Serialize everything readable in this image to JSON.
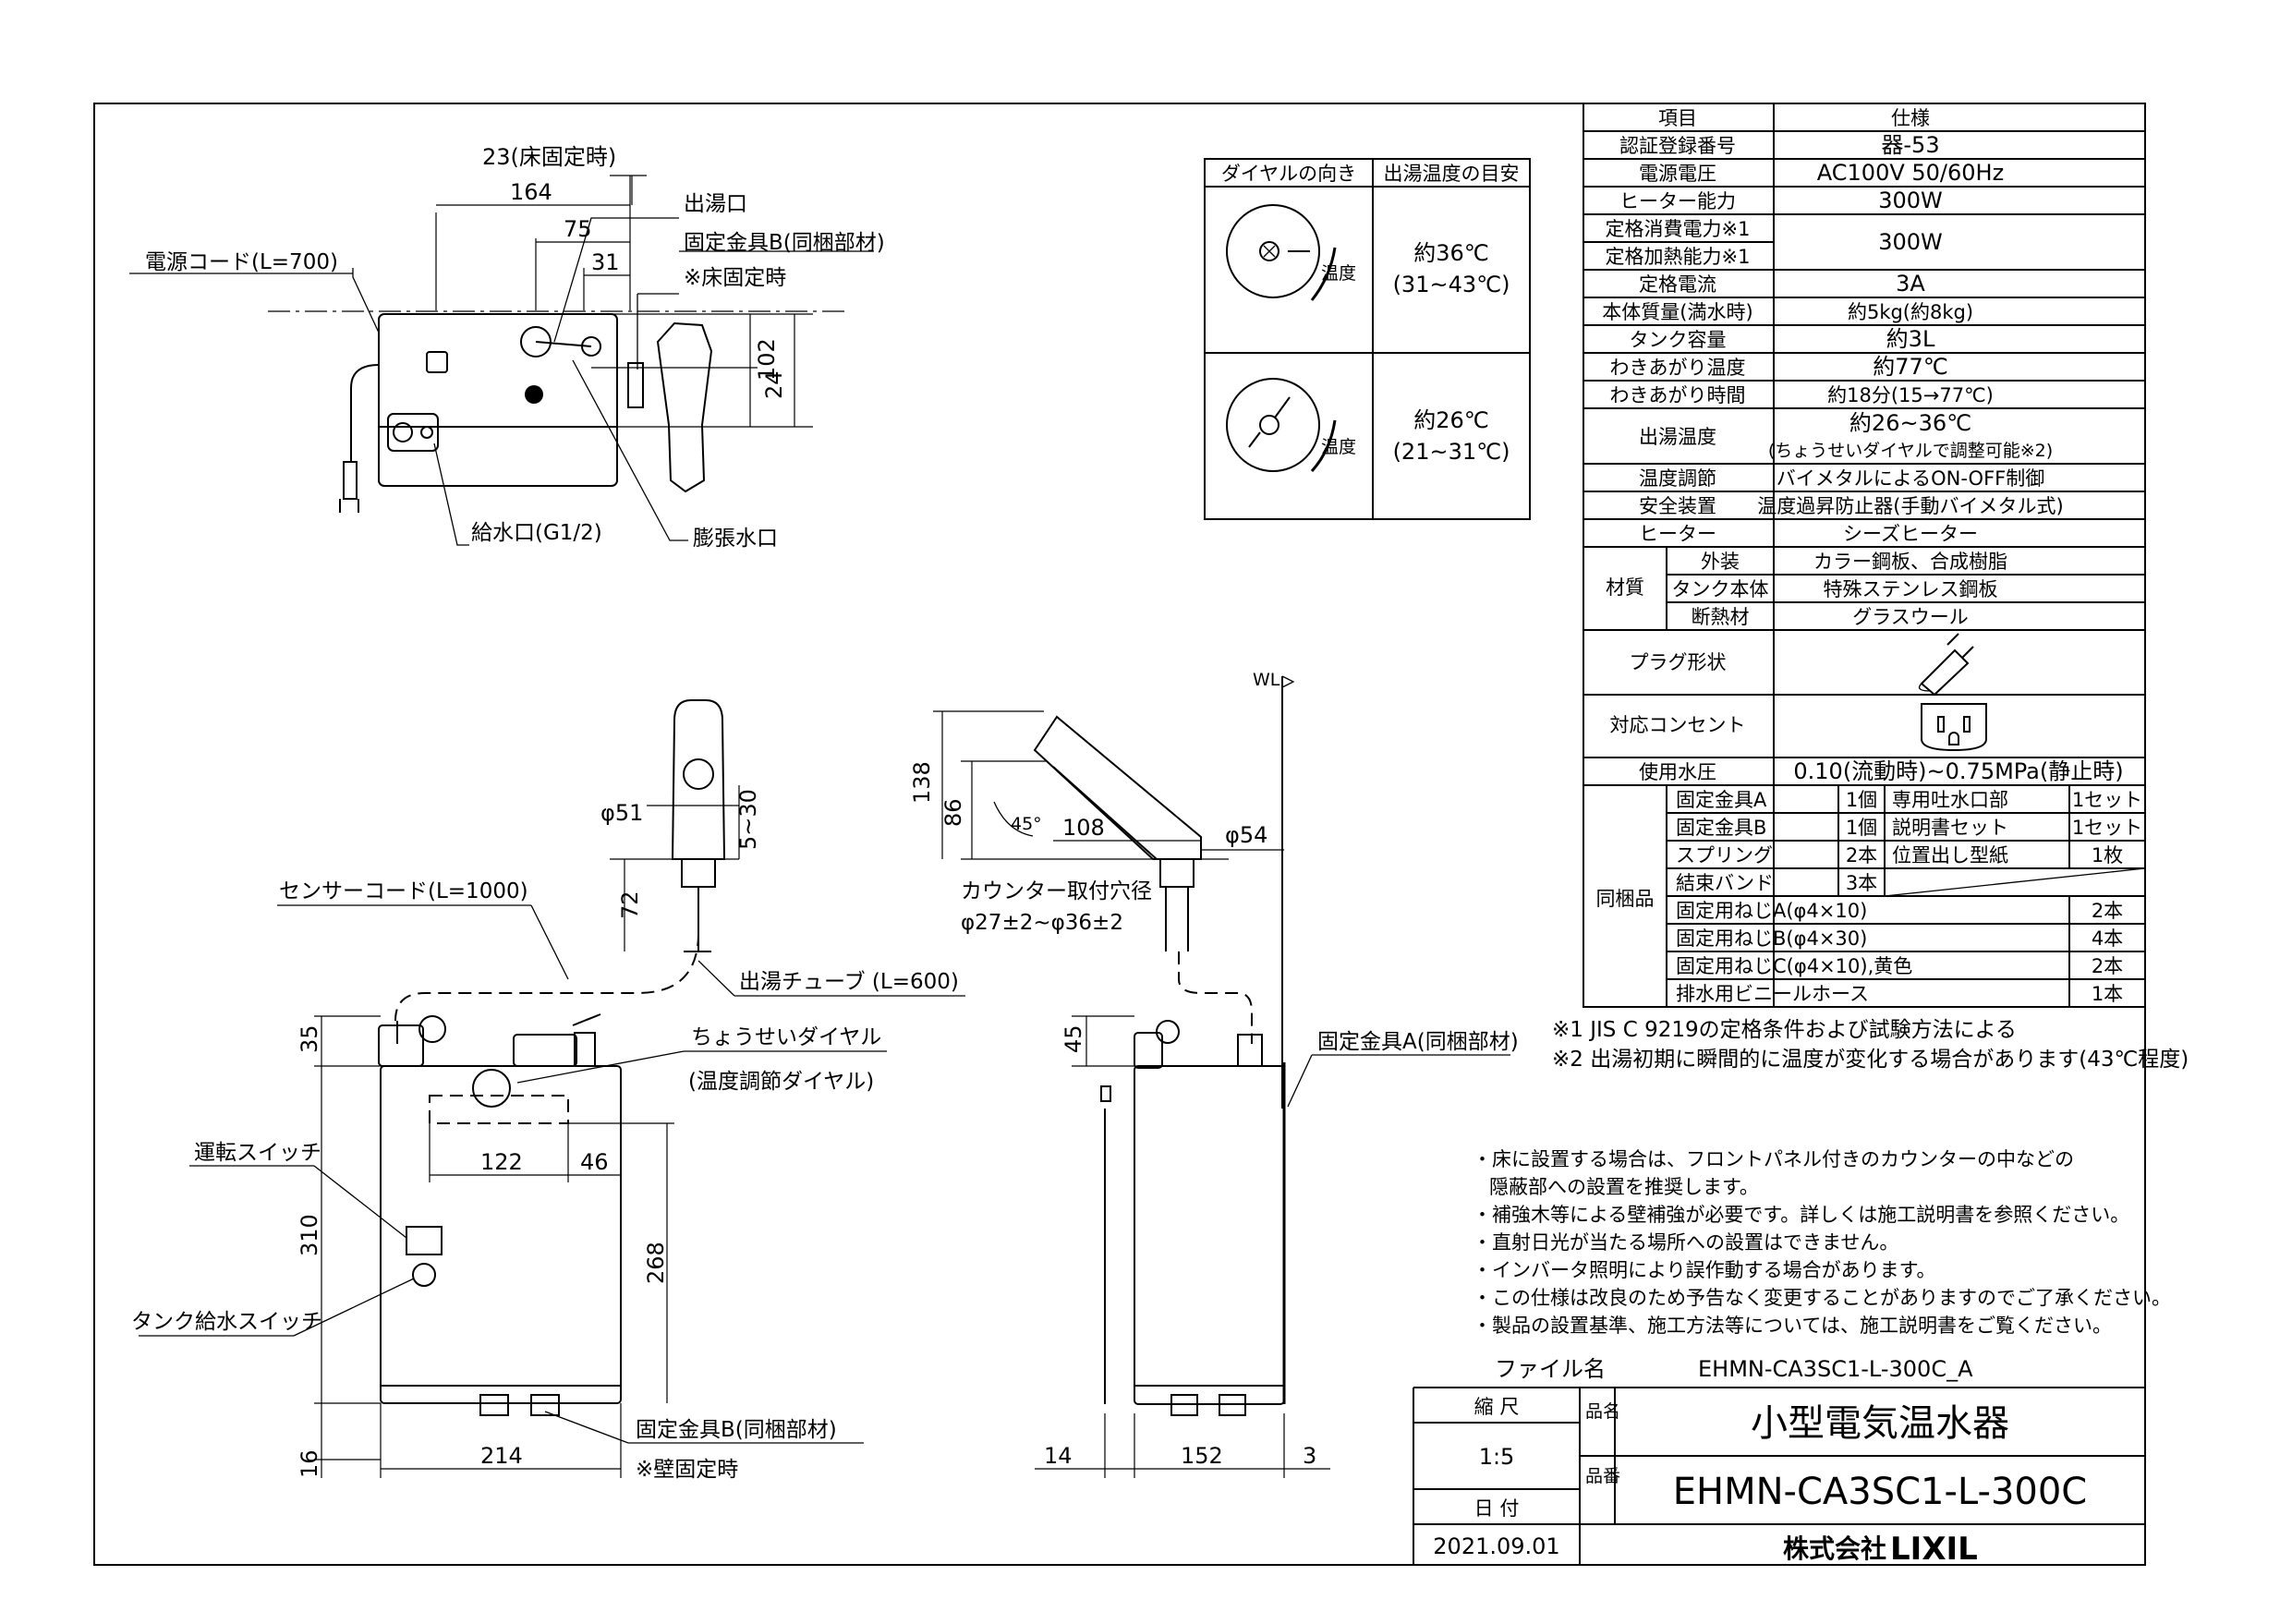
{
  "top_view": {
    "dims": {
      "d23": "23(床固定時)",
      "d164": "164",
      "d75": "75",
      "d31": "31",
      "d24": "24",
      "d102": "102"
    },
    "labels": {
      "power_cord": "電源コード(L=700)",
      "outlet": "出湯口",
      "bracket_b": "固定金具B(同梱部材)",
      "floor_note": "※床固定時",
      "inlet": "給水口(G1/2)",
      "expansion": "膨張水口"
    }
  },
  "dial_table": {
    "headers": [
      "ダイヤルの向き",
      "出湯温度の目安"
    ],
    "rows": [
      {
        "temp": "約36℃",
        "range": "(31~43℃)"
      },
      {
        "temp": "約26℃",
        "range": "(21~31℃)"
      }
    ],
    "dial_label": "温度"
  },
  "front_view": {
    "dims": {
      "d51": "φ51",
      "d5_30": "5~30",
      "d72": "72",
      "d35": "35",
      "d122": "122",
      "d46": "46",
      "d310": "310",
      "d268": "268",
      "d214": "214",
      "d16": "16"
    },
    "labels": {
      "sensor_cord": "センサーコード(L=1000)",
      "tube": "出湯チューブ (L=600)",
      "dial": "ちょうせいダイヤル",
      "dial_sub": "(温度調節ダイヤル)",
      "run_switch": "運転スイッチ",
      "tank_switch": "タンク給水スイッチ",
      "bracket_b": "固定金具B(同梱部材)",
      "wall_note": "※壁固定時"
    }
  },
  "side_view": {
    "dims": {
      "d138": "138",
      "d86": "86",
      "d45deg": "45°",
      "d108": "108",
      "d54": "φ54",
      "d45": "45",
      "d14": "14",
      "d152": "152",
      "d3": "3"
    },
    "labels": {
      "wl": "WL",
      "counter_hole": "カウンター取付穴径",
      "counter_hole_dim": "φ27±2~φ36±2",
      "bracket_a": "固定金具A(同梱部材)"
    }
  },
  "spec_table": {
    "header": [
      "項目",
      "仕様"
    ],
    "rows": [
      [
        "認証登録番号",
        "器-53"
      ],
      [
        "電源電圧",
        "AC100V 50/60Hz"
      ],
      [
        "ヒーター能力",
        "300W"
      ]
    ],
    "merged_power": {
      "items": [
        "定格消費電力※1",
        "定格加熱能力※1"
      ],
      "value": "300W"
    },
    "rows2": [
      [
        "定格電流",
        "3A"
      ],
      [
        "本体質量(満水時)",
        "約5kg(約8kg)"
      ],
      [
        "タンク容量",
        "約3L"
      ],
      [
        "わきあがり温度",
        "約77℃"
      ],
      [
        "わきあがり時間",
        "約18分(15→77℃)"
      ]
    ],
    "outlet_temp": {
      "item": "出湯温度",
      "line1": "約26~36℃",
      "line2": "(ちょうせいダイヤルで調整可能※2)"
    },
    "rows3": [
      [
        "温度調節",
        "バイメタルによるON-OFF制御"
      ],
      [
        "安全装置",
        "温度過昇防止器(手動バイメタル式)"
      ],
      [
        "ヒーター",
        "シーズヒーター"
      ]
    ],
    "material": {
      "label": "材質",
      "rows": [
        [
          "外装",
          "カラー鋼板、合成樹脂"
        ],
        [
          "タンク本体",
          "特殊ステンレス鋼板"
        ],
        [
          "断熱材",
          "グラスウール"
        ]
      ]
    },
    "plug": "プラグ形状",
    "outlet_socket": "対応コンセント",
    "pressure": [
      "使用水圧",
      "0.10(流動時)~0.75MPa(静止時)"
    ],
    "included": {
      "label": "同梱品",
      "rows4": [
        [
          "固定金具A",
          "1個",
          "専用吐水口部",
          "1セット"
        ],
        [
          "固定金具B",
          "1個",
          "説明書セット",
          "1セット"
        ],
        [
          "スプリング",
          "2本",
          "位置出し型紙",
          "1枚"
        ],
        [
          "結束バンド",
          "3本",
          "",
          ""
        ]
      ],
      "rows2": [
        [
          "固定用ねじA(φ4×10)",
          "2本"
        ],
        [
          "固定用ねじB(φ4×30)",
          "4本"
        ],
        [
          "固定用ねじC(φ4×10),黄色",
          "2本"
        ],
        [
          "排水用ビニールホース",
          "1本"
        ]
      ]
    }
  },
  "footnotes": [
    "※1 JIS C 9219の定格条件および試験方法による",
    "※2 出湯初期に瞬間的に温度が変化する場合があります(43℃程度)"
  ],
  "notes": [
    "・床に設置する場合は、フロントパネル付きのカウンターの中などの",
    "隠蔽部への設置を推奨します。",
    "・補強木等による壁補強が必要です。詳しくは施工説明書を参照ください。",
    "・直射日光が当たる場所への設置はできません。",
    "・インバータ照明により誤作動する場合があります。",
    "・この仕様は改良のため予告なく変更することがありますのでご了承ください。",
    "・製品の設置基準、施工方法等については、施工説明書をご覧ください。"
  ],
  "title_block": {
    "file_label": "ファイル名",
    "file_name": "EHMN-CA3SC1-L-300C_A",
    "scale_label": "縮 尺",
    "scale": "1:5",
    "date_label": "日 付",
    "date": "2021.09.01",
    "name_label": "品名",
    "product_name": "小型電気温水器",
    "number_label": "品番",
    "product_number": "EHMN-CA3SC1-L-300C",
    "company": "株式会社",
    "brand": "LIXIL"
  }
}
